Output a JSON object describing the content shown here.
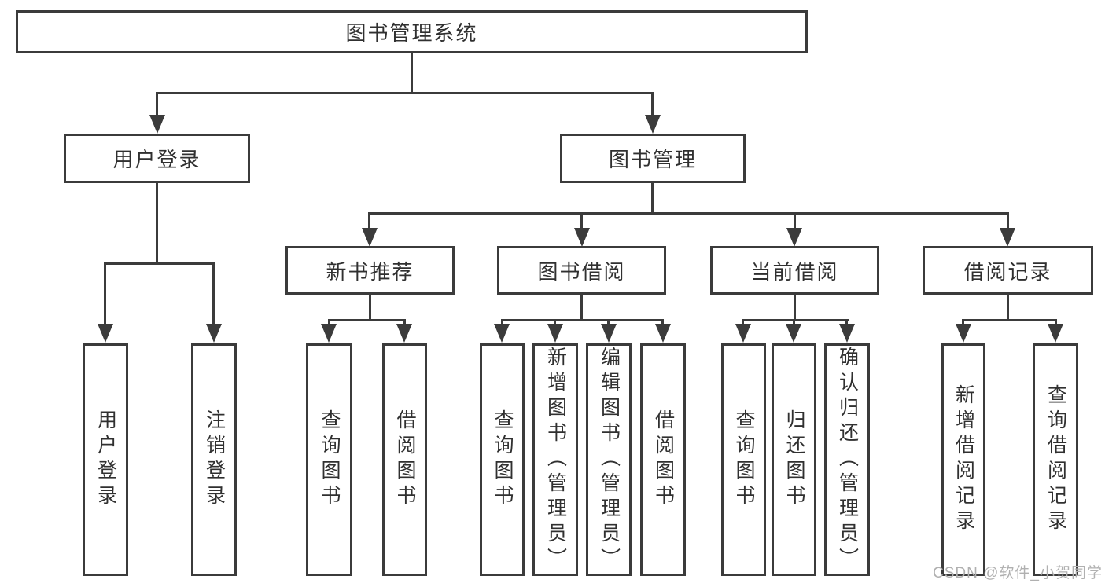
{
  "diagram": {
    "root": {
      "label": "图书管理系统"
    },
    "level2": [
      {
        "label": "用户登录"
      },
      {
        "label": "图书管理"
      }
    ],
    "level3": [
      {
        "label": "新书推荐"
      },
      {
        "label": "图书借阅"
      },
      {
        "label": "当前借阅"
      },
      {
        "label": "借阅记录"
      }
    ],
    "leaves": {
      "user": [
        "用户登录",
        "注销登录"
      ],
      "newbook": [
        "查询图书",
        "借阅图书"
      ],
      "borrow": [
        "查询图书",
        "新增图书（管理员）",
        "编辑图书（管理员）",
        "借阅图书"
      ],
      "current": [
        "查询图书",
        "归还图书",
        "确认归还（管理员）"
      ],
      "record": [
        "新增借阅记录",
        "查询借阅记录"
      ]
    }
  },
  "watermark": "CSDN @软件_小贺同学",
  "colors": {
    "line": "#3b3b3b",
    "text": "#303030",
    "watermark": "#b0b0b0",
    "background": "#ffffff"
  }
}
